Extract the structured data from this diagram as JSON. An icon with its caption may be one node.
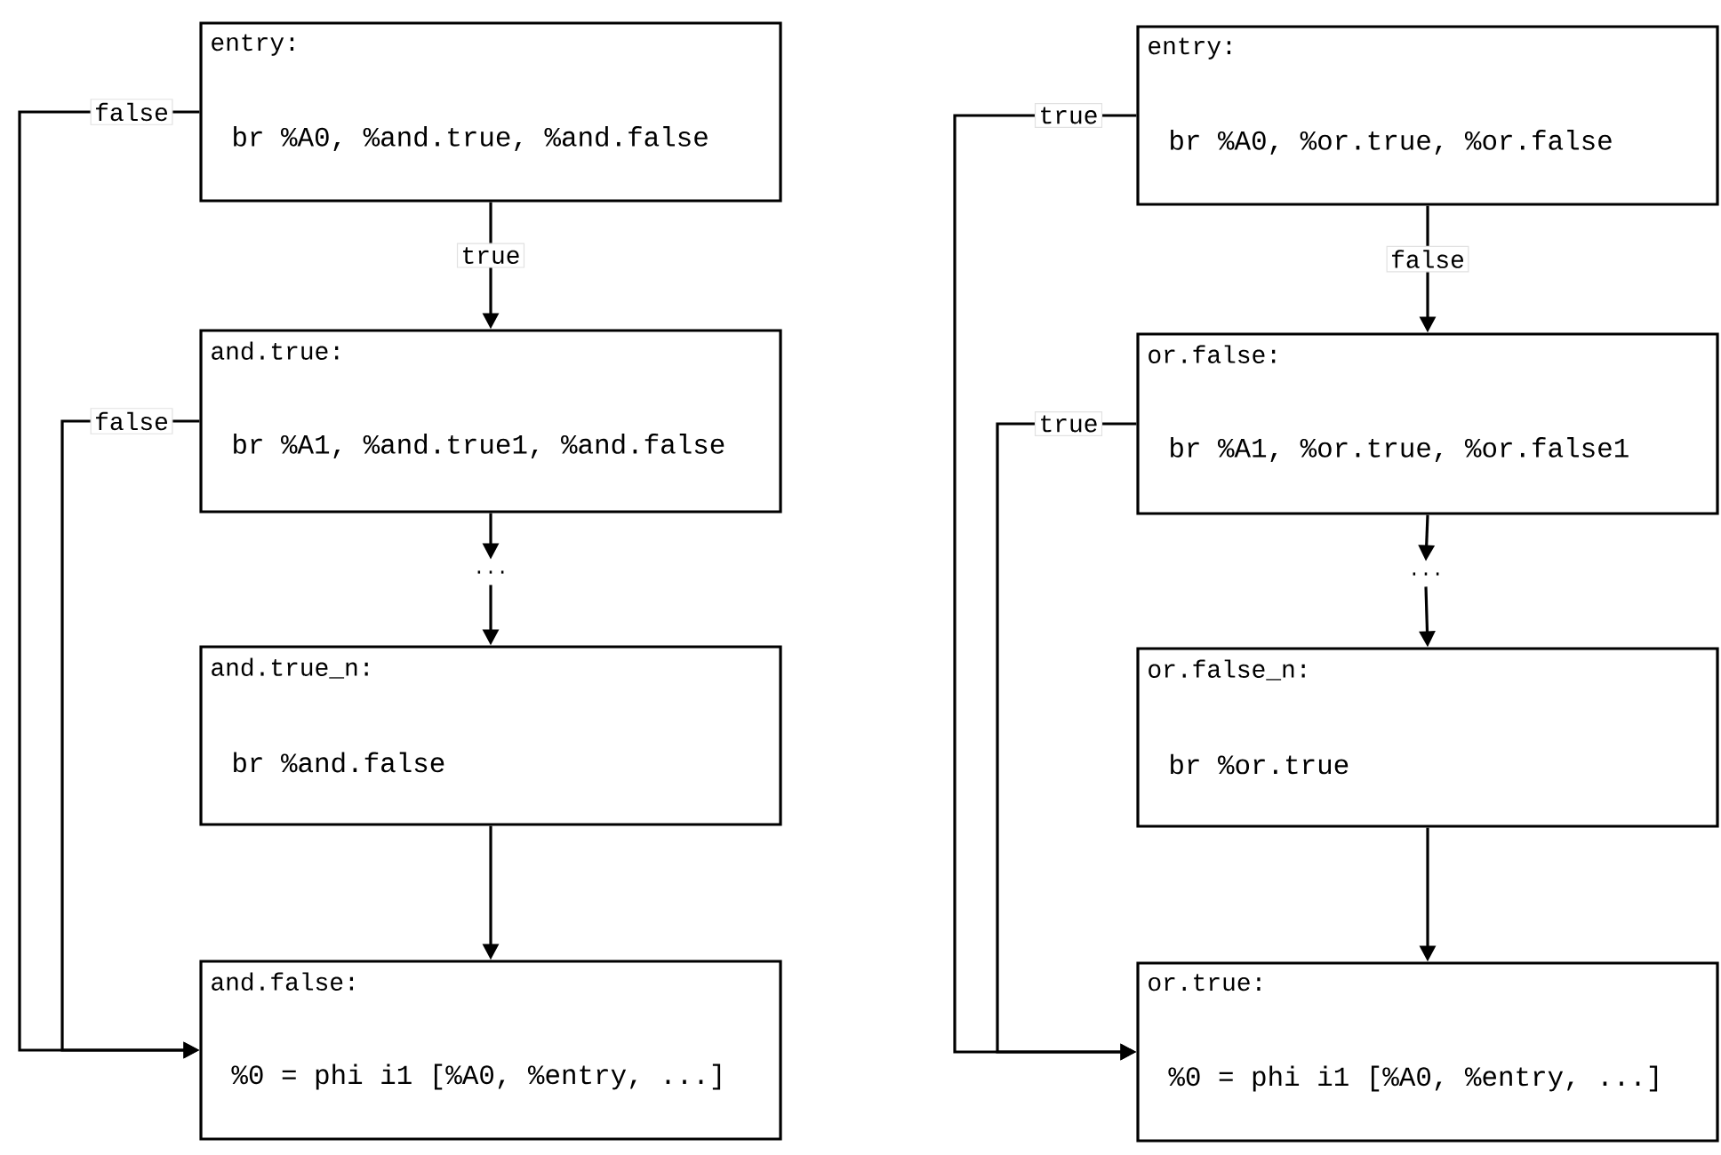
{
  "diagram": {
    "nodes": [
      {
        "text": [
          "entry:",
          "br %A0, %and.true, %and.false"
        ]
      },
      {
        "text": [
          "and.true:",
          "br %A1, %and.true1, %and.false"
        ]
      },
      {
        "text": [
          "..."
        ]
      },
      {
        "text": [
          "and.true_n:",
          "br %and.false"
        ]
      },
      {
        "text": [
          "and.false:",
          "%0 = phi i1 [%A0, %entry, ...]"
        ]
      },
      {
        "text": [
          "entry:",
          "br %A0, %or.true, %or.false"
        ]
      },
      {
        "text": [
          "or.false:",
          "br %A1, %or.true, %or.false1"
        ]
      },
      {
        "text": [
          "..."
        ]
      },
      {
        "text": [
          "or.false_n:",
          "br %or.true"
        ]
      },
      {
        "text": [
          "or.true:",
          "%0 = phi i1 [%A0, %entry, ...]"
        ]
      }
    ],
    "edges": [
      {
        "from": 0,
        "to": 1,
        "arrow": "to",
        "label": "true"
      },
      {
        "from": 0,
        "to": 4,
        "arrow": "to",
        "label": "false"
      },
      {
        "from": 1,
        "to": 2,
        "arrow": "to"
      },
      {
        "from": 2,
        "to": 3,
        "arrow": "to"
      },
      {
        "from": 1,
        "to": 4,
        "arrow": "to",
        "label": "false"
      },
      {
        "from": 3,
        "to": 4,
        "arrow": "to"
      },
      {
        "from": 5,
        "to": 6,
        "arrow": "to",
        "label": "false"
      },
      {
        "from": 5,
        "to": 9,
        "arrow": "to",
        "label": "true"
      },
      {
        "from": 6,
        "to": 7,
        "arrow": "to"
      },
      {
        "from": 7,
        "to": 8,
        "arrow": "to"
      },
      {
        "from": 6,
        "to": 9,
        "arrow": "to",
        "label": "true"
      },
      {
        "from": 8,
        "to": 9,
        "arrow": "to"
      }
    ]
  }
}
